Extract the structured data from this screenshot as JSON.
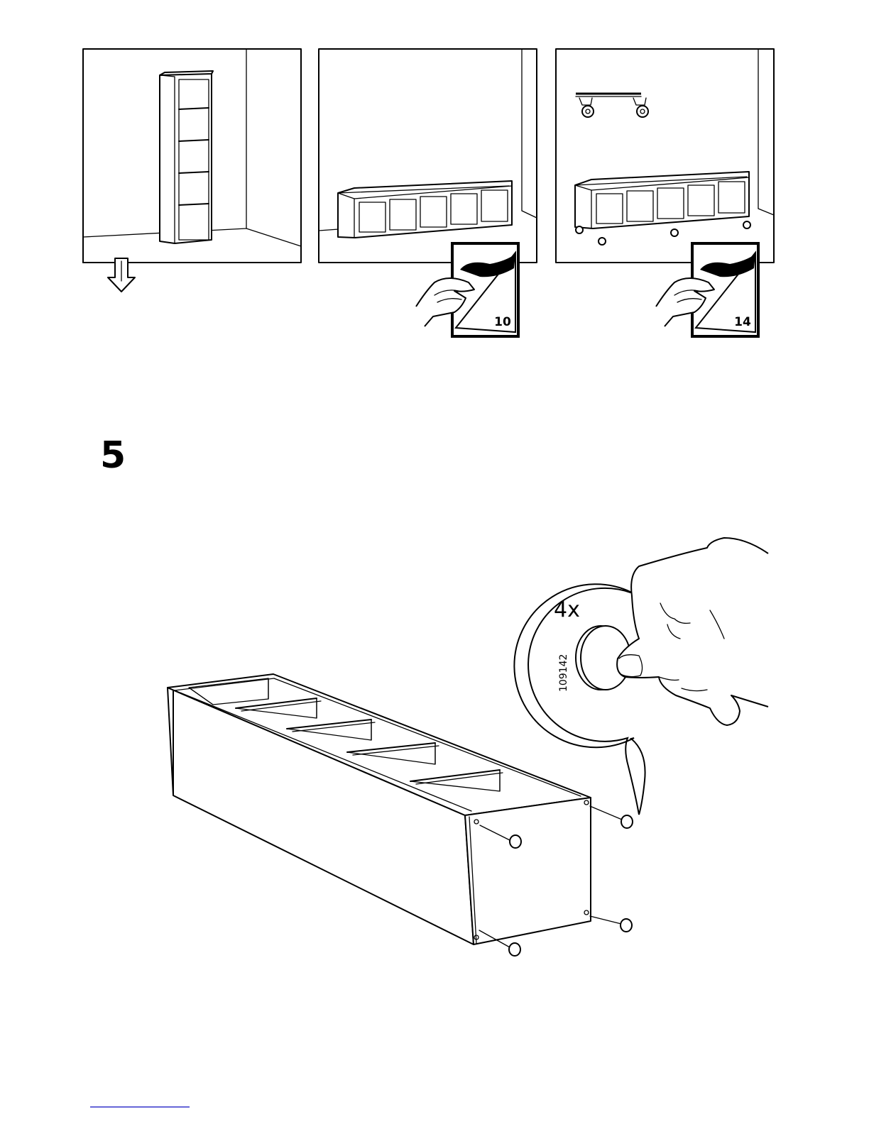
{
  "page": {
    "panels": [
      {
        "id": "tall-shelf",
        "page_ref": ""
      },
      {
        "id": "long-shelf-flat",
        "page_ref": "10"
      },
      {
        "id": "long-shelf-wheels",
        "page_ref": "14"
      }
    ],
    "step": {
      "number": "5"
    },
    "part": {
      "quantity": "4x",
      "article_number": "109142"
    },
    "colors": {
      "ink": "#000000",
      "paper": "#ffffff",
      "footer_link": "#3333cc"
    }
  }
}
